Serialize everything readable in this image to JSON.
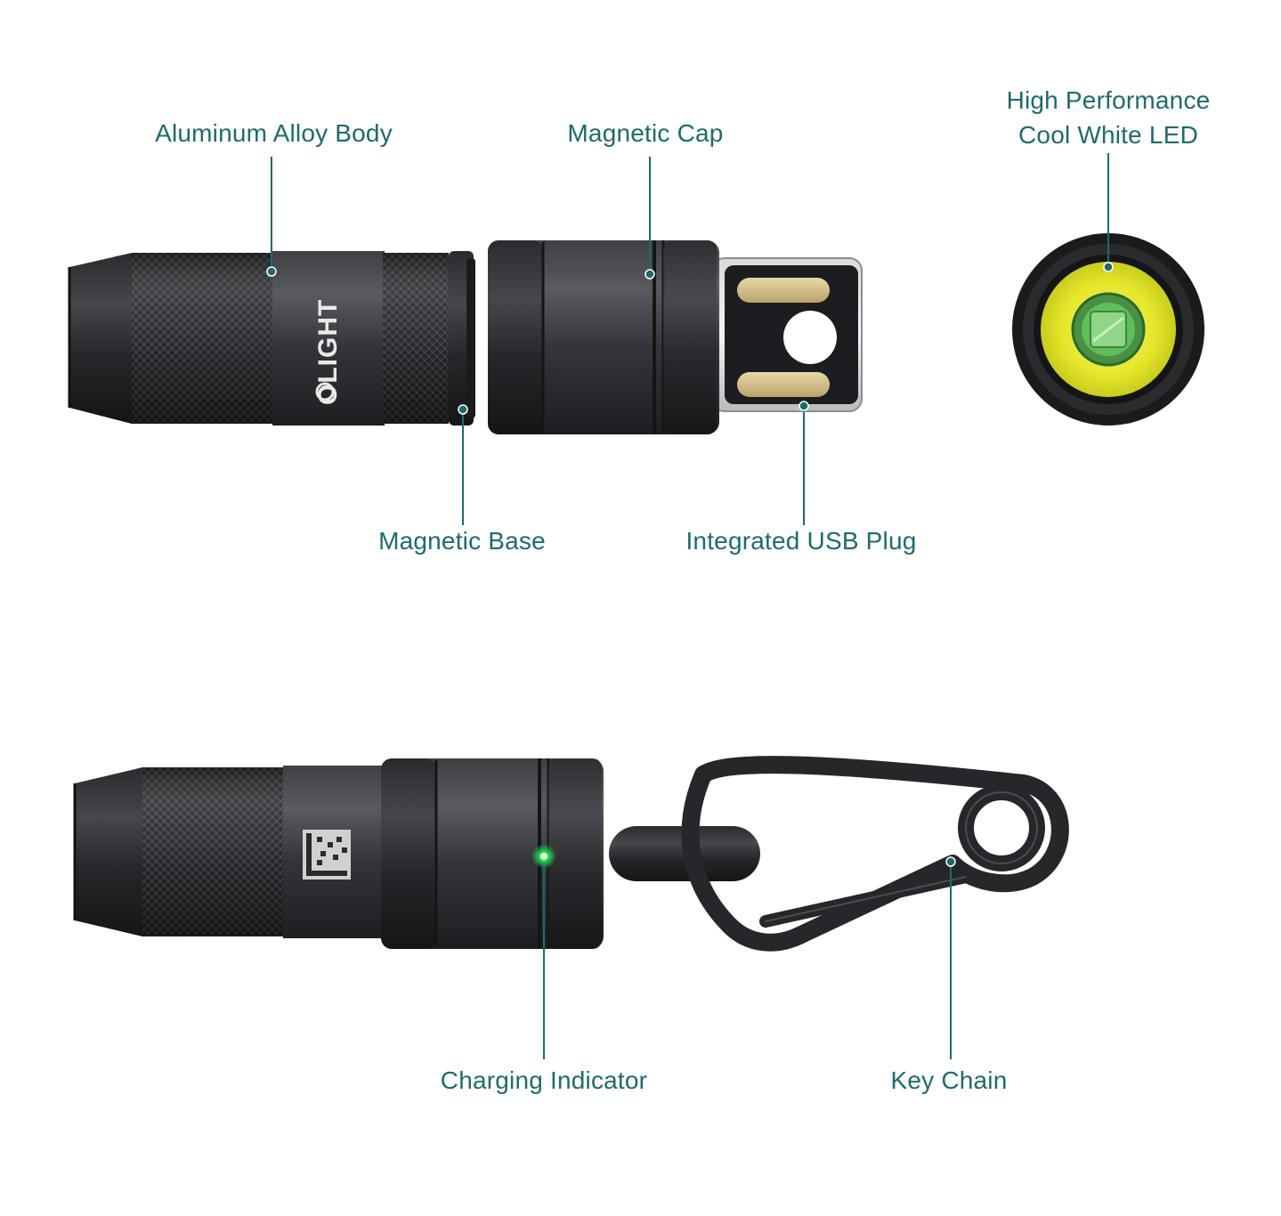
{
  "labels": {
    "aluminum_body": "Aluminum Alloy Body",
    "magnetic_cap": "Magnetic Cap",
    "led_line1": "High Performance",
    "led_line2": "Cool White LED",
    "magnetic_base": "Magnetic Base",
    "usb_plug": "Integrated USB Plug",
    "charging_indicator": "Charging Indicator",
    "key_chain": "Key Chain"
  },
  "product": {
    "brand_mark": "OLIGHT"
  },
  "colors": {
    "label_teal": "#1e6b6b",
    "body_dark": "#2b2c2f",
    "led_yellow": "#e8ea2a",
    "indicator_green": "#22d34a"
  }
}
